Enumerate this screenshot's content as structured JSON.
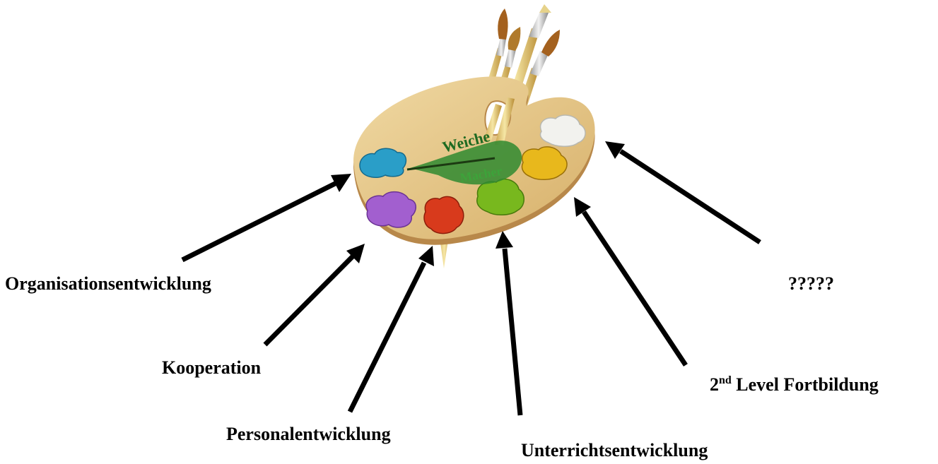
{
  "palette": {
    "logo_text_top": "Weiche",
    "logo_text_bottom": "Macher"
  },
  "labels": {
    "organisation": "Organisationsentwicklung",
    "kooperation": "Kooperation",
    "personal": "Personalentwicklung",
    "unterricht": "Unterrichtsentwicklung",
    "fortbildung_num": "2",
    "fortbildung_sup": "nd",
    "fortbildung_rest": " Level Fortbildung",
    "unknown": "?????"
  },
  "colors": {
    "palette_wood": "#e6c789",
    "palette_edge": "#b8884a",
    "paint_cyan": "#2a9ec8",
    "paint_violet": "#a25fcf",
    "paint_red": "#d83a1c",
    "paint_green": "#78b81e",
    "paint_yellow": "#e8b81c",
    "paint_white": "#f2f2ee",
    "logo_green": "#2f8a30",
    "arrow": "#000000"
  }
}
